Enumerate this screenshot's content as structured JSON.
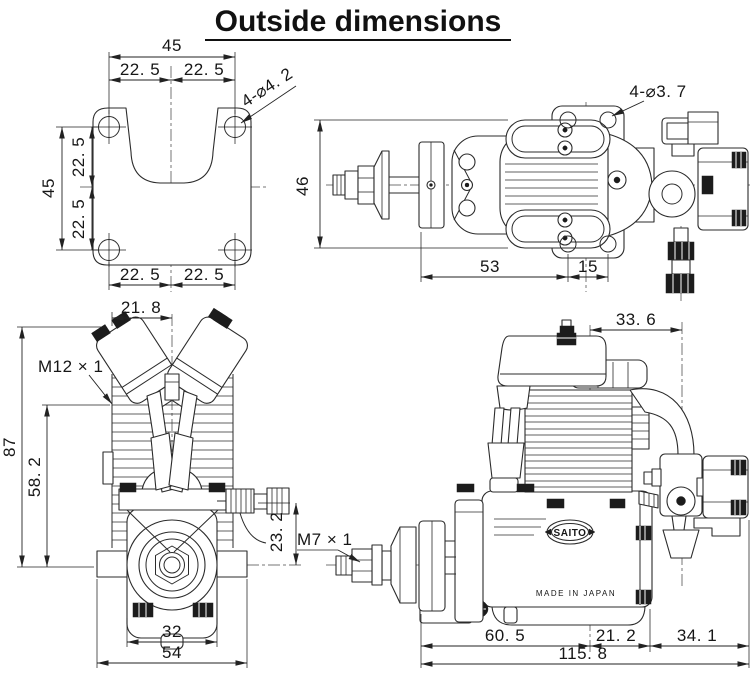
{
  "title": "Outside dimensions",
  "plate": {
    "width_total": "45",
    "width_left": "22. 5",
    "width_right": "22. 5",
    "height_total": "45",
    "height_top": "22. 5",
    "height_bottom": "22. 5",
    "bottom_left": "22. 5",
    "bottom_right": "22. 5",
    "hole_callout": "4-⌀4. 2"
  },
  "top_view": {
    "hole_callout": "4-⌀3. 7",
    "height": "46",
    "front_to_mount": "53",
    "mount_pitch": "15"
  },
  "front_view": {
    "rocker_to_center": "21. 8",
    "plug_thread": "M12 × 1",
    "height_total": "87",
    "boss_to_axis": "58. 2",
    "needle_to_axis": "23. 2",
    "case_width": "32",
    "lug_width": "54"
  },
  "side_view": {
    "axis_to_carb": "33. 6",
    "prop_thread": "M7 × 1",
    "len_front": "60. 5",
    "len_mid": "21. 2",
    "len_rear": "34. 1",
    "len_total": "115. 8",
    "logo": "SAITO",
    "made_in": "MADE IN JAPAN"
  }
}
